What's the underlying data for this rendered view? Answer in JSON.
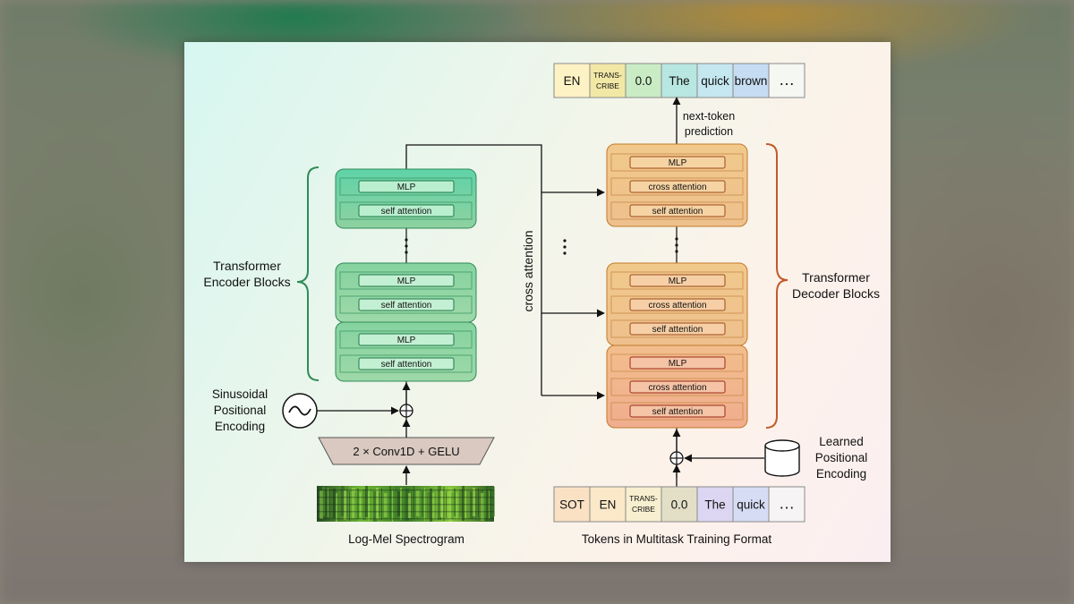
{
  "encoder": {
    "group_label_line1": "Transformer",
    "group_label_line2": "Encoder Blocks",
    "mlp_label": "MLP",
    "self_attention_label": "self attention",
    "positional_line1": "Sinusoidal",
    "positional_line2": "Positional",
    "positional_line3": "Encoding",
    "conv_label": "2 × Conv1D + GELU",
    "input_label": "Log-Mel Spectrogram"
  },
  "decoder": {
    "group_label_line1": "Transformer",
    "group_label_line2": "Decoder Blocks",
    "mlp_label": "MLP",
    "cross_attention_label": "cross attention",
    "self_attention_label": "self attention",
    "positional_line1": "Learned",
    "positional_line2": "Positional",
    "positional_line3": "Encoding",
    "next_token_line1": "next-token",
    "next_token_line2": "prediction",
    "input_label": "Tokens in Multitask Training Format"
  },
  "cross_attention_label": "cross attention",
  "output_tokens": [
    {
      "line1": "EN",
      "line2": "",
      "color": "#fdf2c4"
    },
    {
      "line1": "TRANS-",
      "line2": "CRIBE",
      "color": "#f2e8a6"
    },
    {
      "line1": "0.0",
      "line2": "",
      "color": "#c9ecc4"
    },
    {
      "line1": "The",
      "line2": "",
      "color": "#b8e6e0"
    },
    {
      "line1": "quick",
      "line2": "",
      "color": "#c5e7ef"
    },
    {
      "line1": "brown",
      "line2": "",
      "color": "#c6dcf2"
    },
    {
      "line1": "…",
      "line2": "",
      "color": "#f4f7f2"
    }
  ],
  "input_tokens": [
    {
      "line1": "SOT",
      "line2": "",
      "color": "#fbe1c4"
    },
    {
      "line1": "EN",
      "line2": "",
      "color": "#fbe8c8"
    },
    {
      "line1": "TRANS-",
      "line2": "CRIBE",
      "color": "#f7efcf"
    },
    {
      "line1": "0.0",
      "line2": "",
      "color": "#e3dfc6"
    },
    {
      "line1": "The",
      "line2": "",
      "color": "#dcd6f2"
    },
    {
      "line1": "quick",
      "line2": "",
      "color": "#d6dcf4"
    },
    {
      "line1": "…",
      "line2": "",
      "color": "#f7f4f6"
    }
  ],
  "colors": {
    "encoder_green": "#2e8b57",
    "decoder_orange": "#c27a2c",
    "arrow": "#111111"
  }
}
